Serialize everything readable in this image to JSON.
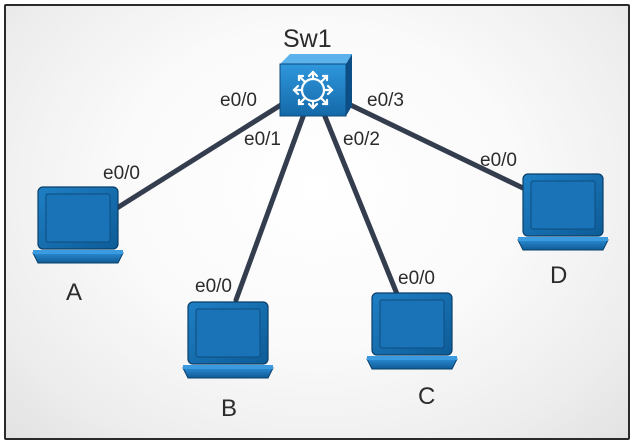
{
  "switch": {
    "name": "Sw1",
    "icon": "switch-icon"
  },
  "hosts": [
    {
      "name": "A",
      "host_port": "e0/0",
      "switch_port": "e0/0",
      "icon": "laptop-icon"
    },
    {
      "name": "B",
      "host_port": "e0/0",
      "switch_port": "e0/1",
      "icon": "laptop-icon"
    },
    {
      "name": "C",
      "host_port": "e0/0",
      "switch_port": "e0/2",
      "icon": "laptop-icon"
    },
    {
      "name": "D",
      "host_port": "e0/0",
      "switch_port": "e0/3",
      "icon": "laptop-icon"
    }
  ],
  "colors": {
    "link": "#333d4d",
    "device_dark": "#0b4f86",
    "device_mid": "#1571b4",
    "device_light": "#2a8fd6",
    "background": "#f6f6f6"
  }
}
